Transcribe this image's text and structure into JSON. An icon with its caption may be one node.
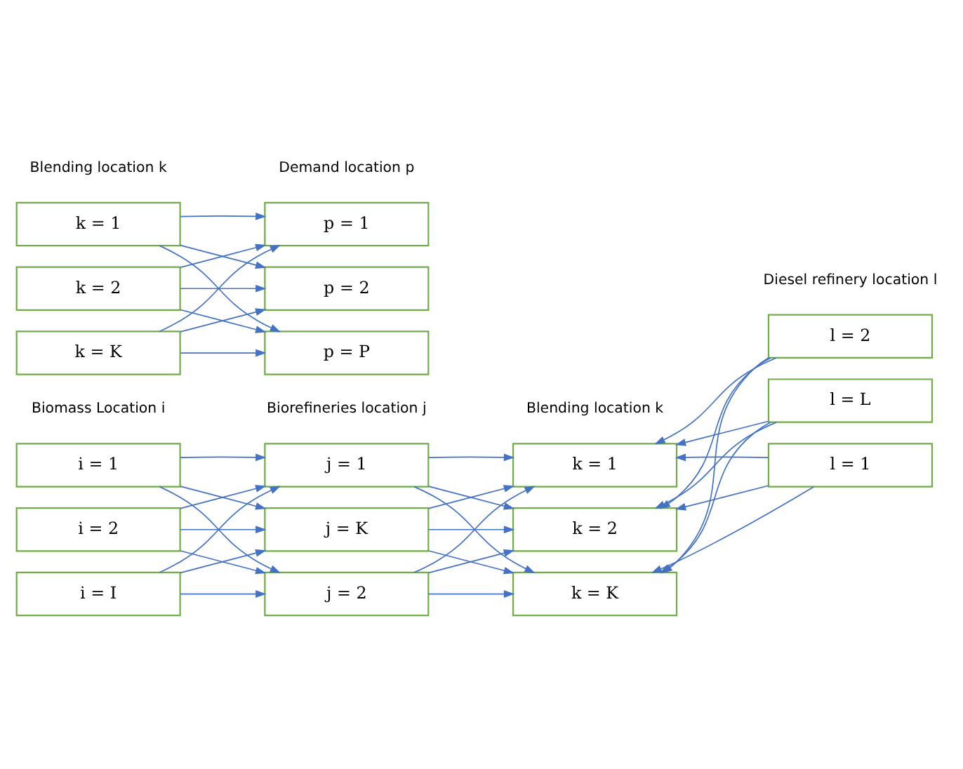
{
  "diagram": {
    "nodes": [
      {
        "text": [
          "i = 1"
        ]
      },
      {
        "text": [
          "i = 2"
        ]
      },
      {
        "text": [
          "i = I"
        ]
      },
      {
        "text": [
          "j = 1"
        ]
      },
      {
        "text": [
          "j = 2"
        ]
      },
      {
        "text": [
          "j = K"
        ]
      },
      {
        "text": [
          "k = 1"
        ]
      },
      {
        "text": [
          "k = 2"
        ]
      },
      {
        "text": [
          "k = K"
        ]
      },
      {
        "text": [
          "l = 1"
        ]
      },
      {
        "text": [
          "l = 2"
        ]
      },
      {
        "text": [
          "l = L"
        ]
      },
      {
        "text": [
          "k = 1"
        ]
      },
      {
        "text": [
          "k = 2"
        ]
      },
      {
        "text": [
          "k = K"
        ]
      },
      {
        "text": [
          "p = 1"
        ]
      },
      {
        "text": [
          "p = 2"
        ]
      },
      {
        "text": [
          "p = P"
        ]
      }
    ],
    "edges": [
      {
        "from": 0,
        "to": 3,
        "arrow": "to"
      },
      {
        "from": 0,
        "to": 4,
        "arrow": "to"
      },
      {
        "from": 0,
        "to": 5,
        "arrow": "to"
      },
      {
        "from": 1,
        "to": 3,
        "arrow": "to"
      },
      {
        "from": 1,
        "to": 4,
        "arrow": "to"
      },
      {
        "from": 1,
        "to": 5,
        "arrow": "to"
      },
      {
        "from": 2,
        "to": 3,
        "arrow": "to"
      },
      {
        "from": 2,
        "to": 4,
        "arrow": "to"
      },
      {
        "from": 2,
        "to": 5,
        "arrow": "to"
      },
      {
        "from": 3,
        "to": 6,
        "arrow": "to"
      },
      {
        "from": 3,
        "to": 7,
        "arrow": "to"
      },
      {
        "from": 3,
        "to": 8,
        "arrow": "to"
      },
      {
        "from": 4,
        "to": 6,
        "arrow": "to"
      },
      {
        "from": 4,
        "to": 7,
        "arrow": "to"
      },
      {
        "from": 4,
        "to": 8,
        "arrow": "to"
      },
      {
        "from": 5,
        "to": 6,
        "arrow": "to"
      },
      {
        "from": 5,
        "to": 7,
        "arrow": "to"
      },
      {
        "from": 5,
        "to": 8,
        "arrow": "to"
      },
      {
        "from": 9,
        "to": 6,
        "arrow": "to"
      },
      {
        "from": 9,
        "to": 7,
        "arrow": "to"
      },
      {
        "from": 9,
        "to": 8,
        "arrow": "to"
      },
      {
        "from": 10,
        "to": 6,
        "arrow": "to"
      },
      {
        "from": 10,
        "to": 7,
        "arrow": "to"
      },
      {
        "from": 10,
        "to": 8,
        "arrow": "to"
      },
      {
        "from": 11,
        "to": 6,
        "arrow": "to"
      },
      {
        "from": 11,
        "to": 7,
        "arrow": "to"
      },
      {
        "from": 11,
        "to": 8,
        "arrow": "to"
      },
      {
        "from": 12,
        "to": 15,
        "arrow": "to"
      },
      {
        "from": 12,
        "to": 16,
        "arrow": "to"
      },
      {
        "from": 12,
        "to": 17,
        "arrow": "to"
      },
      {
        "from": 13,
        "to": 15,
        "arrow": "to"
      },
      {
        "from": 13,
        "to": 16,
        "arrow": "to"
      },
      {
        "from": 13,
        "to": 17,
        "arrow": "to"
      },
      {
        "from": 14,
        "to": 15,
        "arrow": "to"
      },
      {
        "from": 14,
        "to": 16,
        "arrow": "to"
      },
      {
        "from": 14,
        "to": 17,
        "arrow": "to"
      }
    ],
    "labels": [
      "Biomass Location i",
      "Biorefineries location j",
      "Blending location k",
      "Diesel refinery location l",
      "Blending location k",
      "Demand location p"
    ]
  }
}
